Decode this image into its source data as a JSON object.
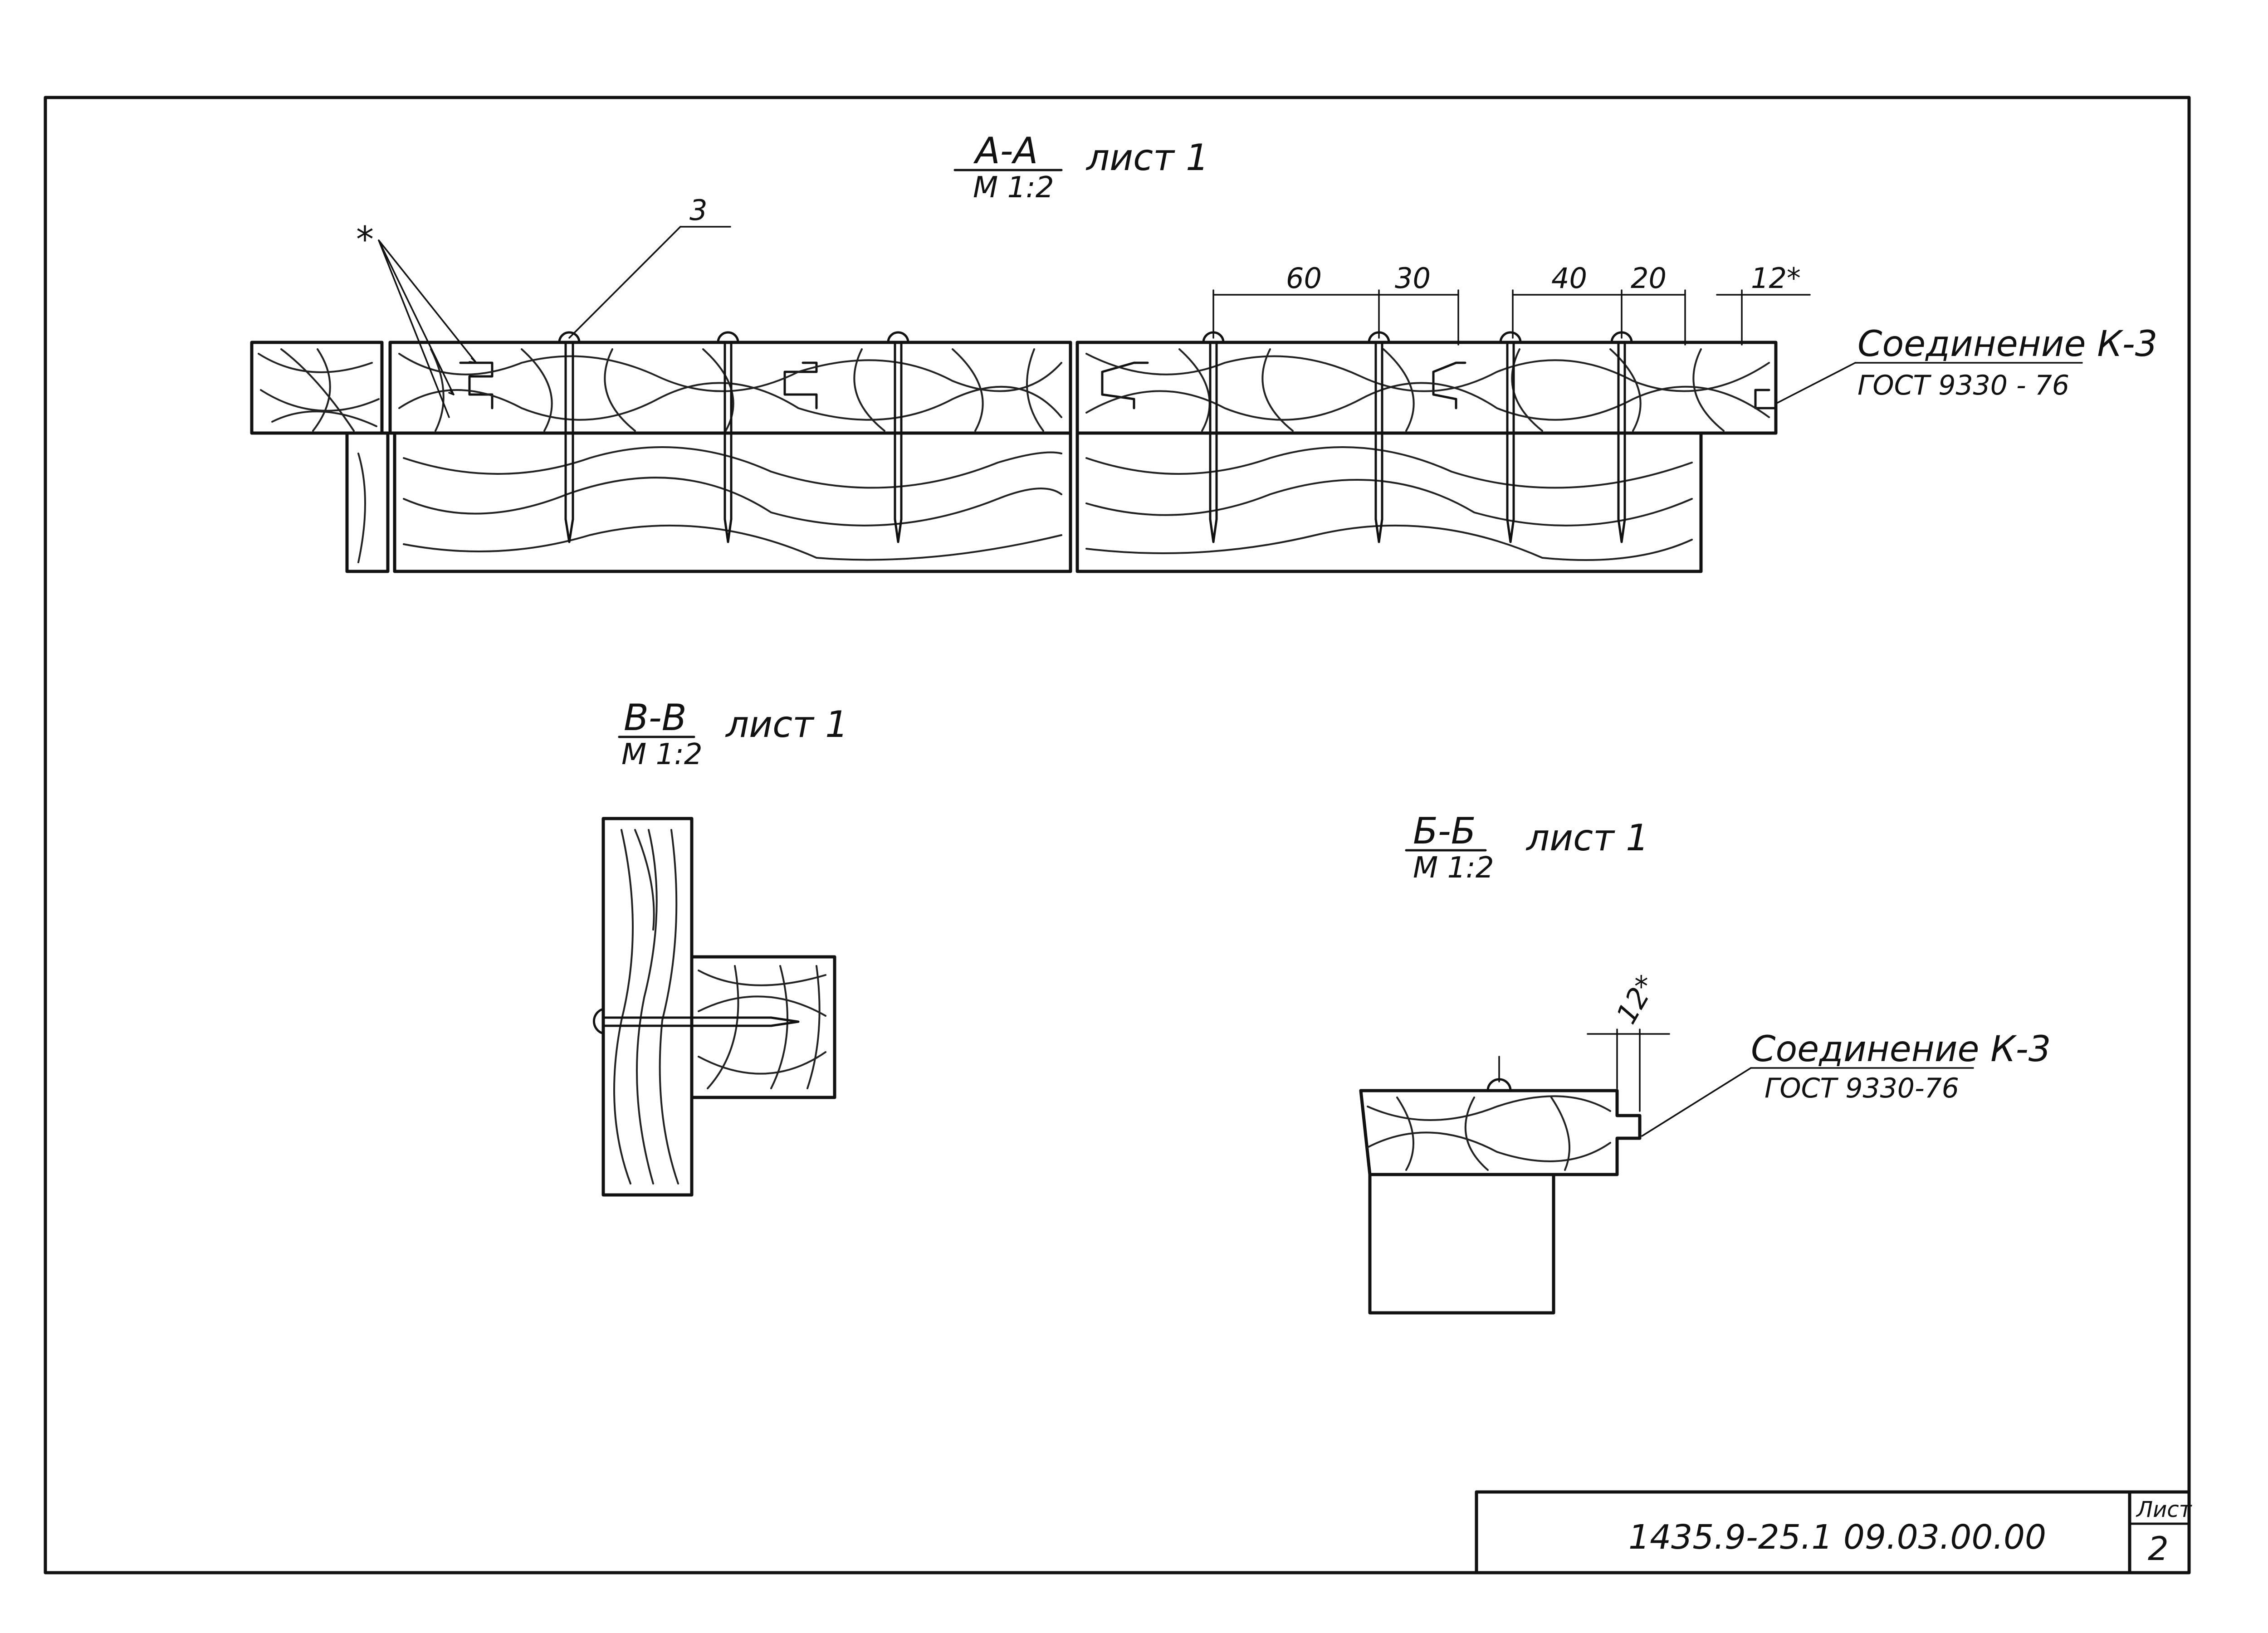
{
  "sections": {
    "aa": {
      "title": "А-А",
      "sheet_ref": "лист 1",
      "scale": "М 1:2"
    },
    "vv": {
      "title": "В-В",
      "sheet_ref": "лист 1",
      "scale": "М 1:2"
    },
    "bb": {
      "title": "Б-Б",
      "sheet_ref": "лист 1",
      "scale": "М 1:2"
    }
  },
  "callouts": {
    "item_number": "3",
    "star_marker": "*",
    "joint_aa": {
      "name": "Соединение К-3",
      "standard": "ГОСТ 9330 - 76"
    },
    "joint_bb": {
      "name": "Соединение К-3",
      "standard": "ГОСТ 9330-76"
    }
  },
  "dimensions": {
    "aa": [
      "60",
      "30",
      "40",
      "20",
      "12*"
    ],
    "bb": [
      "12*"
    ]
  },
  "title_block": {
    "document_code": "1435.9-25.1 09.03.00.00",
    "sheet_label": "Лист",
    "sheet_number": "2"
  }
}
